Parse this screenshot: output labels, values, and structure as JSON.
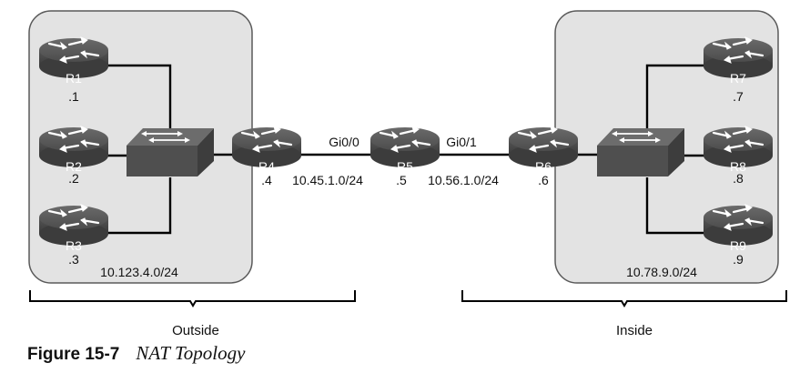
{
  "routers": {
    "r1": {
      "name": "R1",
      "addr": ".1"
    },
    "r2": {
      "name": "R2",
      "addr": ".2"
    },
    "r3": {
      "name": "R3",
      "addr": ".3"
    },
    "r4": {
      "name": "R4",
      "addr": ".4"
    },
    "r5": {
      "name": "R5",
      "addr": ".5"
    },
    "r6": {
      "name": "R6",
      "addr": ".6"
    },
    "r7": {
      "name": "R7",
      "addr": ".7"
    },
    "r8": {
      "name": "R8",
      "addr": ".8"
    },
    "r9": {
      "name": "R9",
      "addr": ".9"
    }
  },
  "interfaces": {
    "r5_left": "Gi0/0",
    "r5_right": "Gi0/1"
  },
  "subnets": {
    "outside_lan": "10.123.4.0/24",
    "r4_r5": "10.45.1.0/24",
    "r5_r6": "10.56.1.0/24",
    "inside_lan": "10.78.9.0/24"
  },
  "zones": {
    "outside": "Outside",
    "inside": "Inside"
  },
  "caption": {
    "number": "Figure 15-7",
    "title": "NAT Topology"
  },
  "colors": {
    "zone_fill": "#e3e3e3",
    "device_fill": "#545454",
    "link": "#000000"
  }
}
